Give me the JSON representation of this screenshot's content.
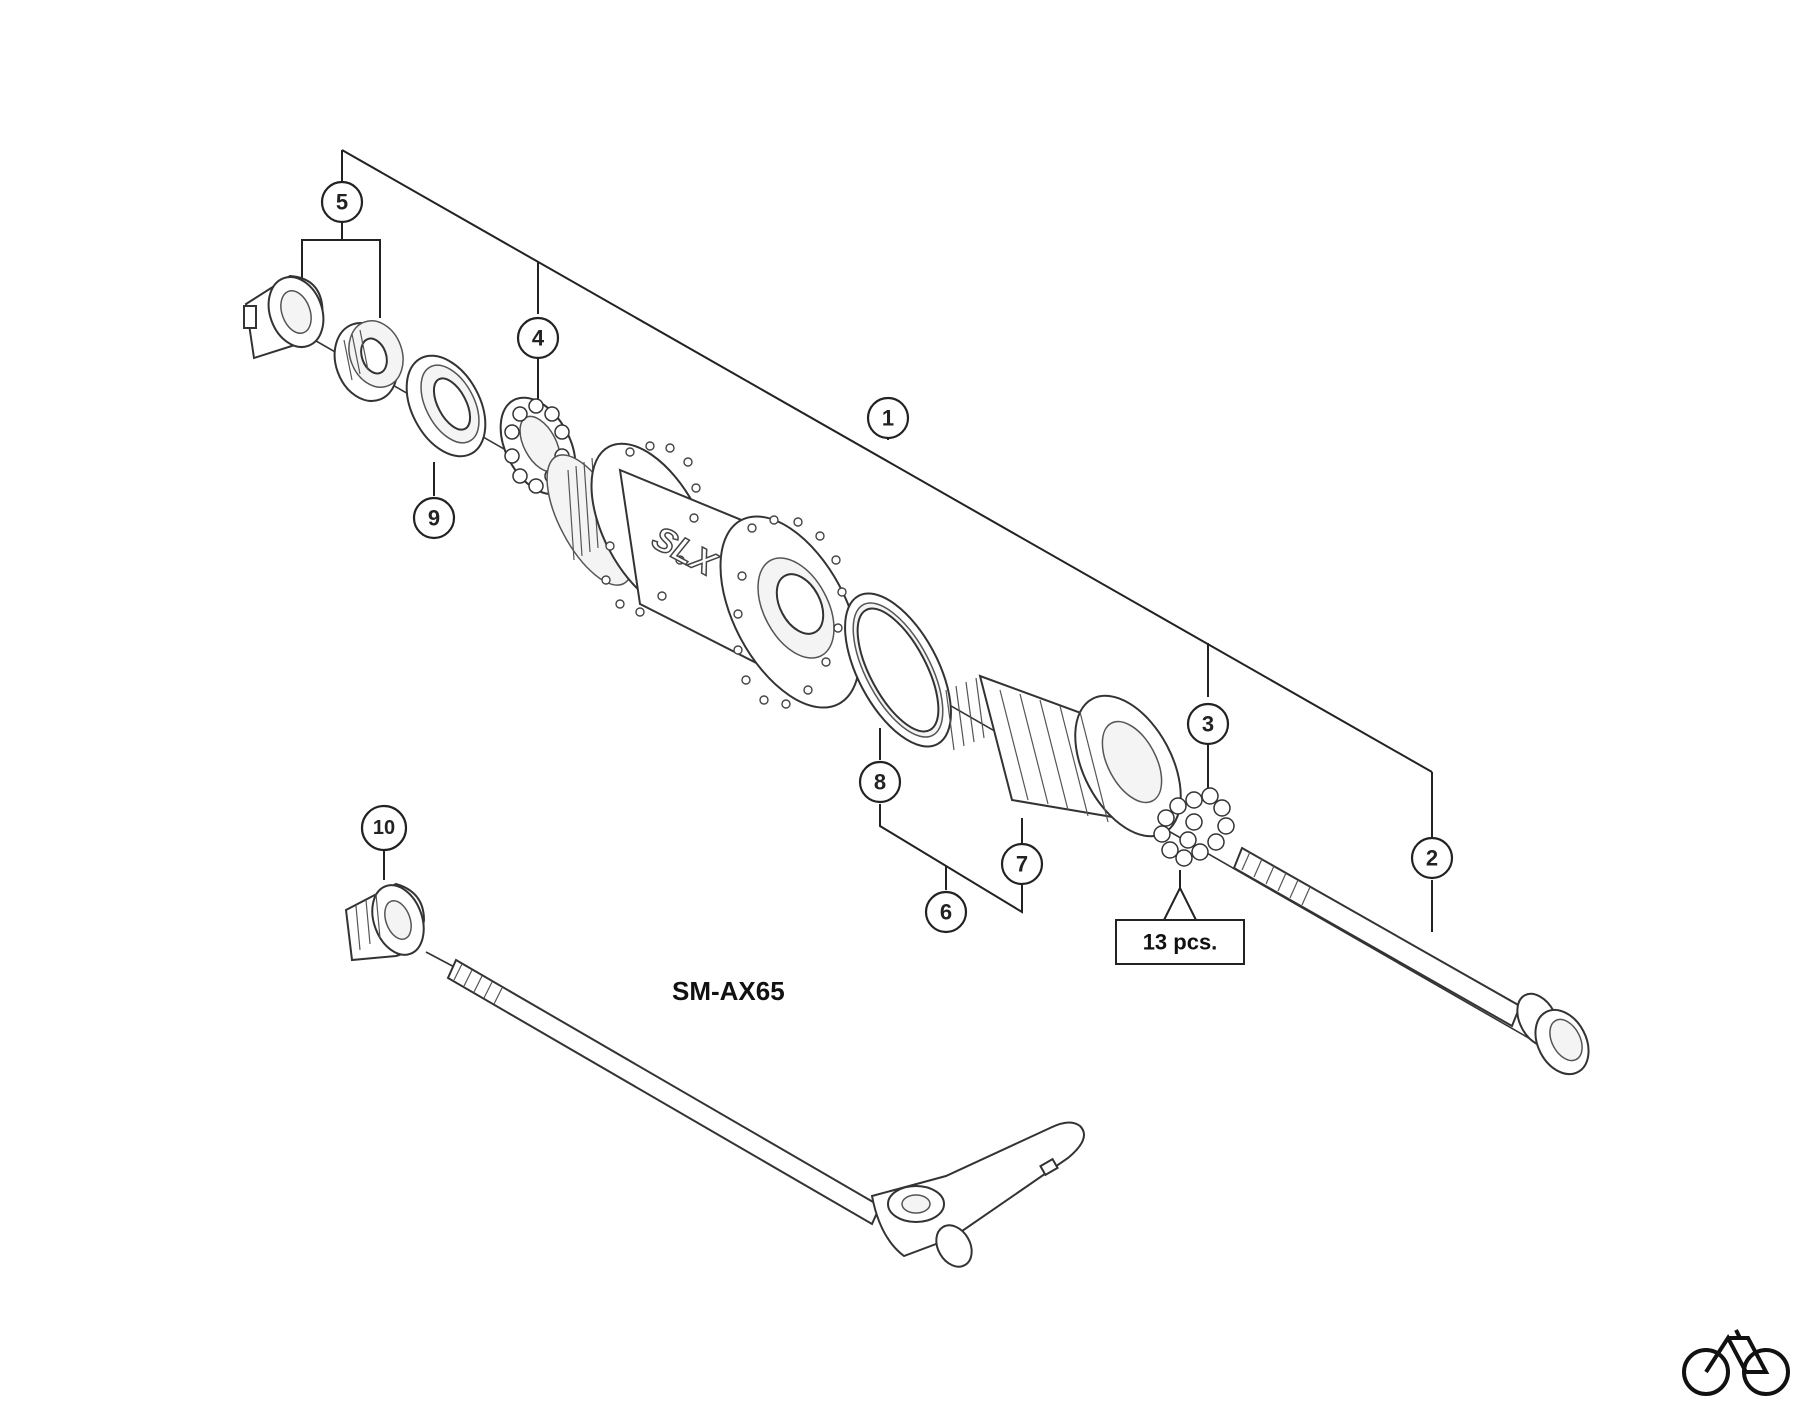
{
  "model_label": "SM-AX65",
  "quantity_note": "13 pcs.",
  "hub_brand": "SLX",
  "callouts": [
    "1",
    "2",
    "3",
    "4",
    "5",
    "6",
    "7",
    "8",
    "9",
    "10"
  ],
  "corner_icon": "bicycle-icon"
}
